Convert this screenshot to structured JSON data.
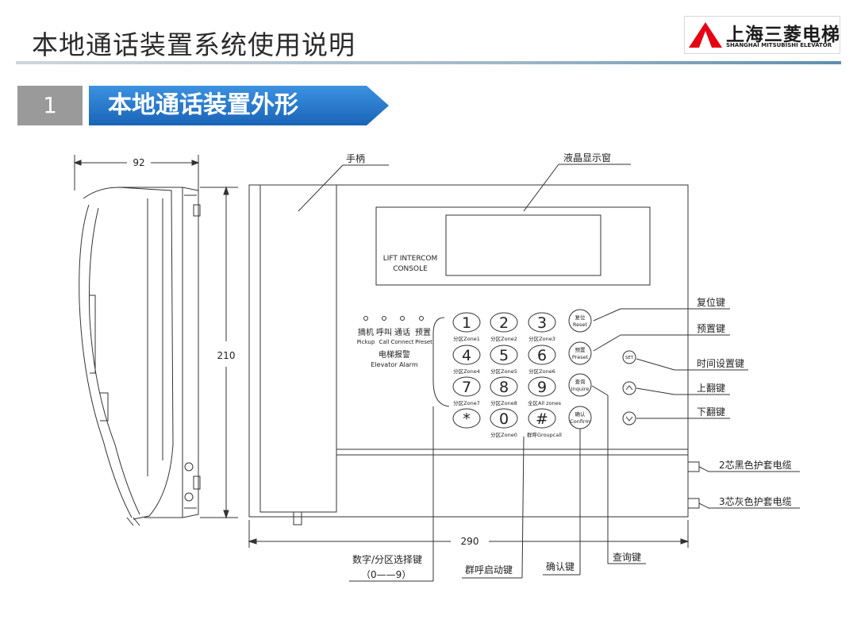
{
  "title": "本地通话装置系统使用说明",
  "logo": {
    "cn": "上海三菱电梯",
    "en": "SHANGHAI MITSUBISHI ELEVATOR"
  },
  "section": {
    "number": "1",
    "title": "本地通话装置外形"
  },
  "dimensions": {
    "depth": "92",
    "height": "210",
    "width": "290"
  },
  "console": {
    "line1": "LIFT INTERCOM",
    "line2": "CONSOLE"
  },
  "indicators": [
    {
      "cn": "摘机",
      "en": "Pickup"
    },
    {
      "cn": "呼叫",
      "en": "Call"
    },
    {
      "cn": "通话",
      "en": "Connect"
    },
    {
      "cn": "预置",
      "en": "Preset"
    }
  ],
  "alarm": {
    "cn": "电梯报警",
    "en": "Elevator Alarm"
  },
  "keypad": [
    {
      "key": "1",
      "label": "分区Zone1"
    },
    {
      "key": "2",
      "label": "分区Zone2"
    },
    {
      "key": "3",
      "label": "分区Zone3"
    },
    {
      "key": "4",
      "label": "分区Zone4"
    },
    {
      "key": "5",
      "label": "分区Zone5"
    },
    {
      "key": "6",
      "label": "分区Zone6"
    },
    {
      "key": "7",
      "label": "分区Zone7"
    },
    {
      "key": "8",
      "label": "分区Zone8"
    },
    {
      "key": "9",
      "label": "全区All zones"
    },
    {
      "key": "*",
      "label": ""
    },
    {
      "key": "0",
      "label": "分区Zone0"
    },
    {
      "key": "#",
      "label": "群呼Groupcall"
    }
  ],
  "func_keys": {
    "reset": {
      "cn": "复位",
      "en": "Reset"
    },
    "preset": {
      "cn": "预置",
      "en": "Preset"
    },
    "inquire": {
      "cn": "查询",
      "en": "Inquire"
    },
    "confirm": {
      "cn": "确认",
      "en": "Confirm"
    },
    "set": "SET"
  },
  "callouts": {
    "handset": "手柄",
    "lcd": "液晶显示窗",
    "reset_key": "复位键",
    "preset_key": "预置键",
    "time_key": "时间设置键",
    "up_key": "上翻键",
    "down_key": "下翻键",
    "cable2": "2芯黑色护套电缆",
    "cable3": "3芯灰色护套电缆",
    "digit_key_line1": "数字/分区选择键",
    "digit_key_line2": "（0——9）",
    "group_key": "群呼启动键",
    "confirm_key": "确认键",
    "inquire_key": "查询键"
  }
}
